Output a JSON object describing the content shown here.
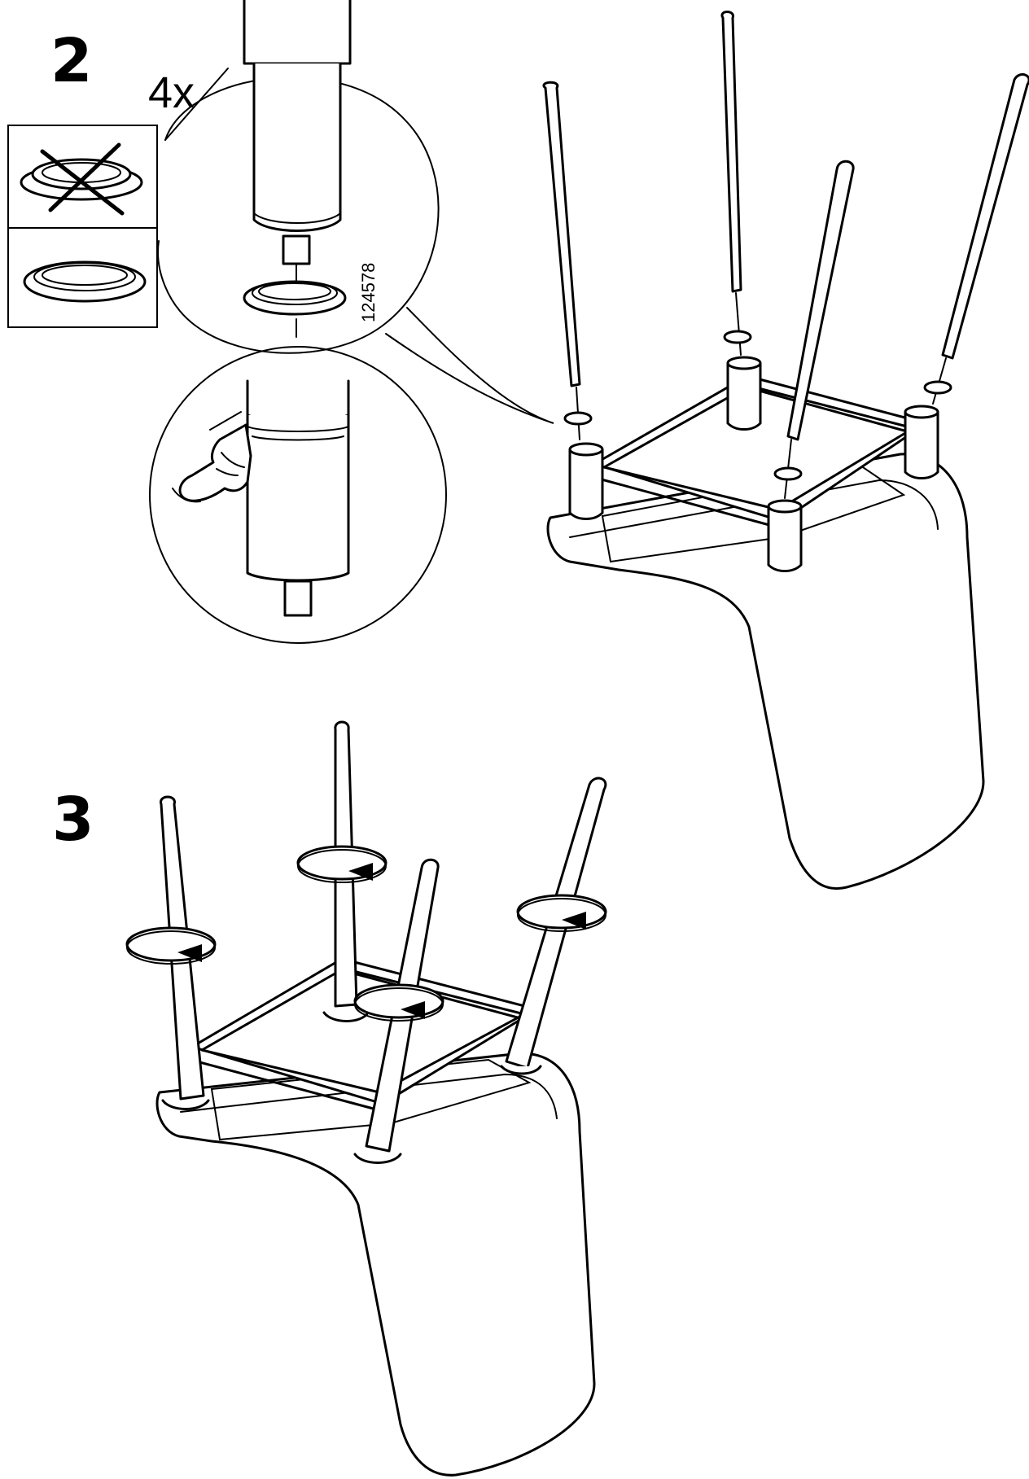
{
  "steps": [
    {
      "number": "2",
      "quantity": "4x",
      "part_number": "124578"
    },
    {
      "number": "3"
    }
  ],
  "icons": {
    "wrong_part": "ring-crossed-icon",
    "right_part": "ring-icon",
    "press": "hand-press-icon",
    "rotate": "rotate-arrow-icon"
  }
}
